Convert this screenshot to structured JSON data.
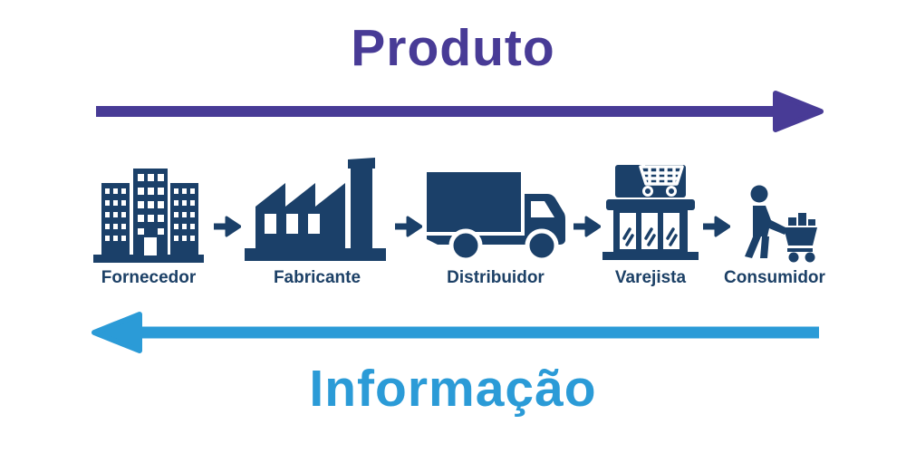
{
  "diagram": {
    "top_flow": {
      "label": "Produto",
      "arrow_direction": "right",
      "color": "#483B96"
    },
    "bottom_flow": {
      "label": "Informação",
      "arrow_direction": "left",
      "color": "#2B9BD7"
    },
    "stages": [
      {
        "label": "Fornecedor",
        "icon": "building-icon"
      },
      {
        "label": "Fabricante",
        "icon": "factory-icon"
      },
      {
        "label": "Distribuidor",
        "icon": "truck-icon"
      },
      {
        "label": "Varejista",
        "icon": "storefront-cart-icon"
      },
      {
        "label": "Consumidor",
        "icon": "shopper-cart-icon"
      }
    ],
    "colors": {
      "icon_navy": "#1B4069",
      "label_navy": "#1C4066",
      "background": "#FFFFFF"
    }
  }
}
